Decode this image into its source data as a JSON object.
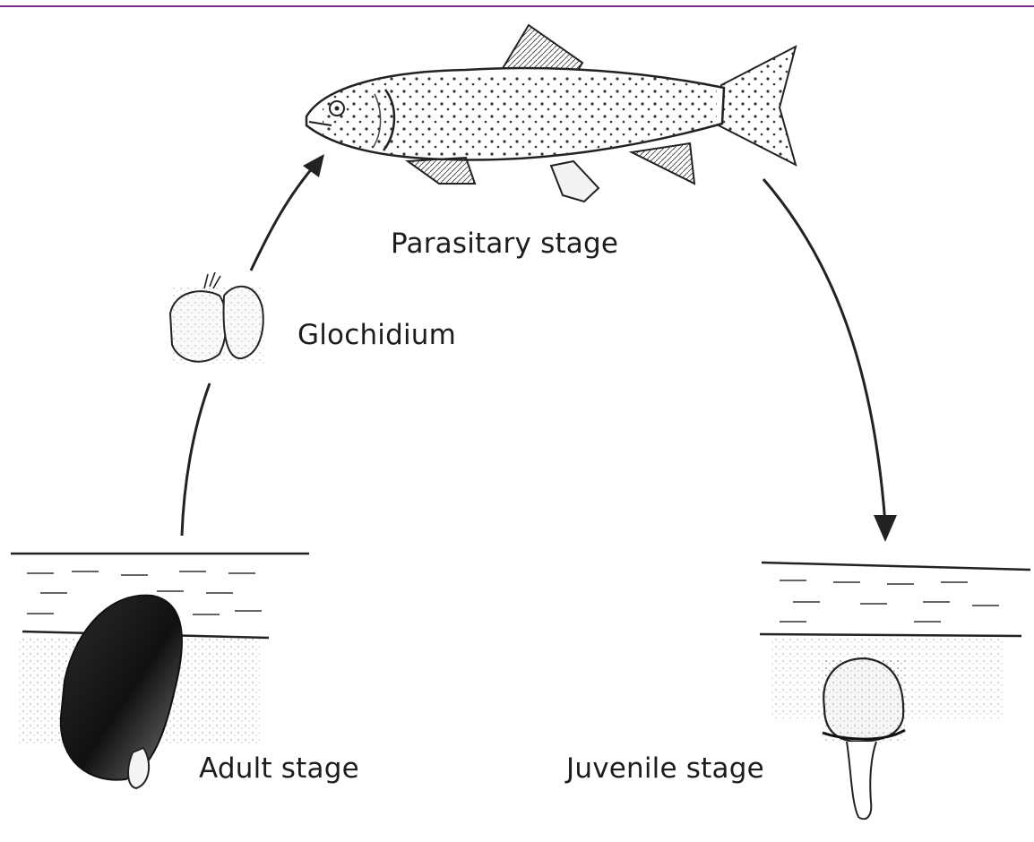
{
  "labels": {
    "parasitary": "Parasitary stage",
    "glochidium": "Glochidium",
    "adult": "Adult stage",
    "juvenile": "Juvenile stage"
  },
  "colors": {
    "accent_rule": "#7b2d8e",
    "ink": "#1d1d1d"
  }
}
